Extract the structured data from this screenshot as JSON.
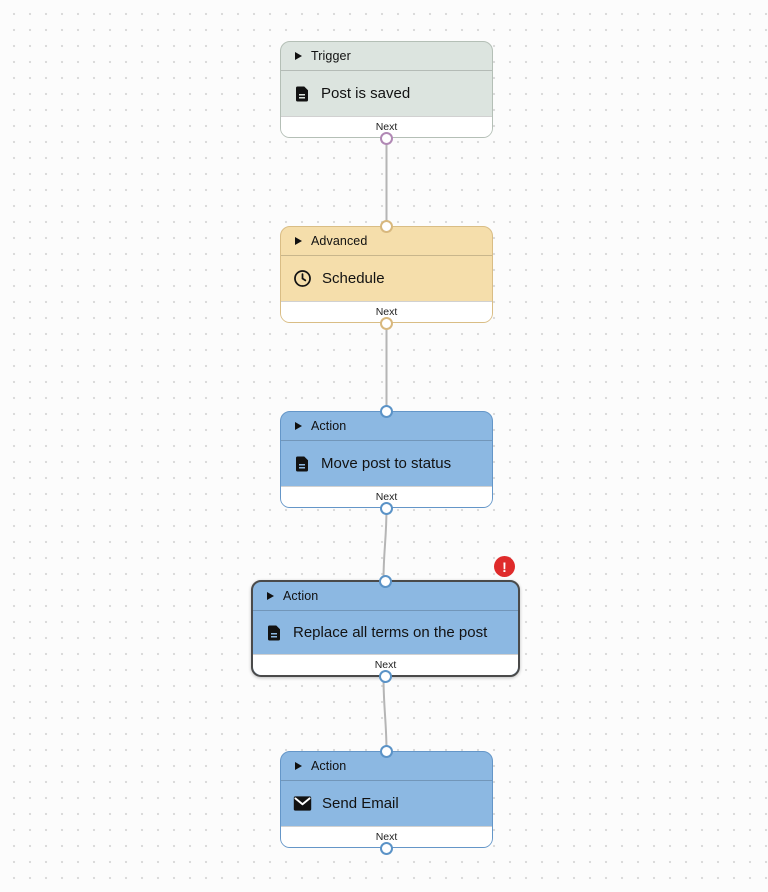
{
  "canvas": {
    "background_color": "#fcfcfc",
    "dot_color": "#d9d9d9",
    "connector_color": "#b5b5b5"
  },
  "nodes": [
    {
      "category": "Trigger",
      "title": "Post is saved",
      "icon": "document-icon",
      "footer_label": "Next",
      "colors": {
        "bg": "#dce4df",
        "border": "#b4bfb6",
        "port": "#b189b5"
      }
    },
    {
      "category": "Advanced",
      "title": "Schedule",
      "icon": "clock-icon",
      "footer_label": "Next",
      "colors": {
        "bg": "#f5deab",
        "border": "#d9bd85",
        "port": "#d8b87e"
      }
    },
    {
      "category": "Action",
      "title": "Move post to status",
      "icon": "document-icon",
      "footer_label": "Next",
      "colors": {
        "bg": "#8cb8e2",
        "border": "#6496c8",
        "port": "#5b93c7"
      }
    },
    {
      "category": "Action",
      "title": "Replace all terms on the post",
      "icon": "document-icon",
      "footer_label": "Next",
      "selected": true,
      "colors": {
        "bg": "#8cb8e2",
        "border": "#4a4a4a",
        "port": "#5b93c7"
      },
      "error_badge": {
        "glyph": "!",
        "color": "#df2b2b"
      }
    },
    {
      "category": "Action",
      "title": "Send Email",
      "icon": "envelope-icon",
      "footer_label": "Next",
      "colors": {
        "bg": "#8cb8e2",
        "border": "#6496c8",
        "port": "#5b93c7"
      }
    }
  ]
}
